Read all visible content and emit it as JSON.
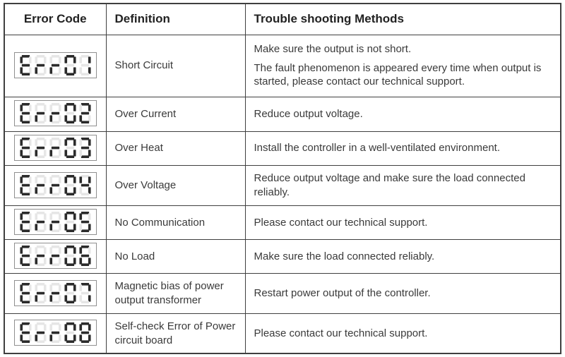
{
  "display_colors": {
    "on": "#2b2b2b",
    "off": "#e6e6e6"
  },
  "table": {
    "headers": [
      "Error Code",
      "Definition",
      "Trouble shooting Methods"
    ],
    "rows": [
      {
        "code": "Err01",
        "definition": "Short Circuit",
        "trouble": [
          "Make sure the output is not short.",
          "The fault phenomenon is appeared every time when output is started, please contact our technical support."
        ]
      },
      {
        "code": "Err02",
        "definition": "Over Current",
        "trouble": [
          "Reduce output voltage."
        ]
      },
      {
        "code": "Err03",
        "definition": "Over Heat",
        "trouble": [
          "Install the controller in a well-ventilated environment."
        ]
      },
      {
        "code": "Err04",
        "definition": "Over Voltage",
        "trouble": [
          "Reduce output voltage and make sure the load connected reliably."
        ]
      },
      {
        "code": "Err05",
        "definition": "No Communication",
        "trouble": [
          "Please contact our technical support."
        ]
      },
      {
        "code": "Err06",
        "definition": "No Load",
        "trouble": [
          "Make sure the load connected reliably."
        ]
      },
      {
        "code": "Err07",
        "definition": "Magnetic bias of power output transformer",
        "trouble": [
          "Restart power output of the controller."
        ]
      },
      {
        "code": "Err08",
        "definition": "Self-check Error of Power circuit board",
        "trouble": [
          "Please contact our technical support."
        ]
      }
    ]
  }
}
